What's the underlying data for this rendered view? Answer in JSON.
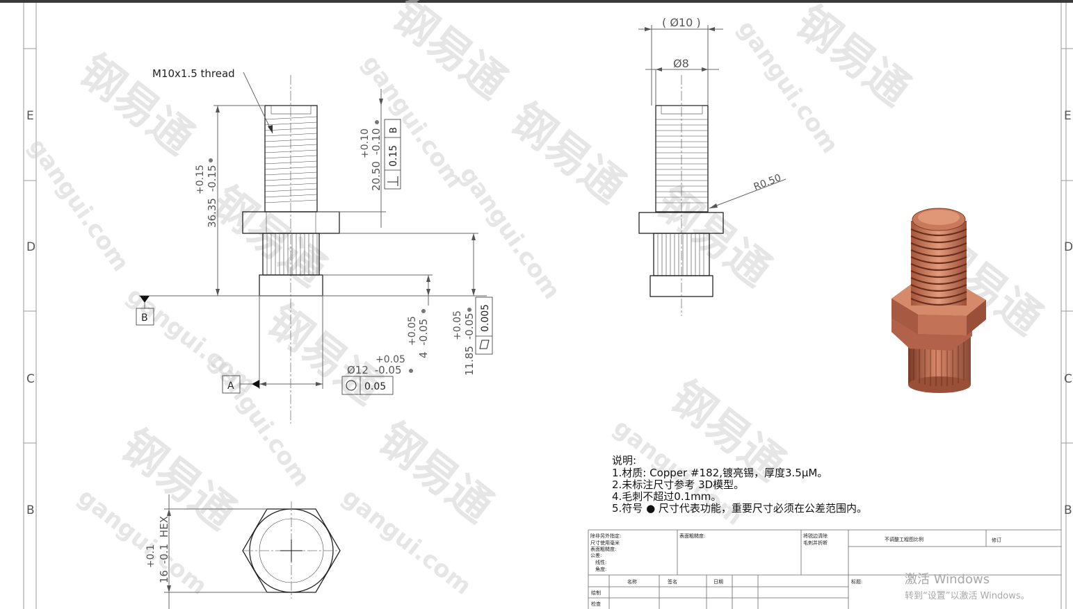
{
  "drawing": {
    "zones": {
      "left": [
        "E",
        "D",
        "C",
        "B"
      ],
      "right": [
        "E",
        "D",
        "C",
        "B"
      ]
    },
    "front_view": {
      "thread_note": "M10x1.5 thread",
      "dim_overall_value": "36.35",
      "dim_overall_tol_upper": "+0.15",
      "dim_overall_tol_lower": "-0.15",
      "dim_thread_value": "20.50",
      "dim_thread_tol_upper": "+0.10",
      "dim_thread_tol_lower": "-0.10",
      "perp_tolerance": "0.15",
      "perp_datum": "B",
      "datum_b": "B",
      "datum_a": "A",
      "dim_flange_value": "4",
      "dim_flange_tol_upper": "+0.05",
      "dim_flange_tol_lower": "-0.05",
      "dim_diameter_value": "Ø12",
      "dim_diameter_tol_upper": "+0.05",
      "dim_diameter_tol_lower": "-0.05",
      "circularity_tolerance": "0.05",
      "dim_height_value": "11.85",
      "dim_height_tol_upper": "+0.05",
      "dim_height_tol_lower": "-0.05",
      "flatness_tolerance": "0.005"
    },
    "side_view": {
      "dim_outer": "( Ø10 )",
      "dim_inner": "Ø8",
      "radius_note": "R0.50"
    },
    "bottom_view": {
      "hex_value": "16",
      "hex_tol_upper": "+0.1",
      "hex_tol_lower": "-0.1",
      "hex_label": "HEX"
    },
    "notes": {
      "heading": "说明:",
      "lines": [
        "1.材质: Copper #182,镀亮锡，厚度3.5μM。",
        "2.未标注尺寸参考 3D模型。",
        "4.毛刺不超过0.1mm。",
        "5.符号 ● 尺寸代表功能，重要尺寸必须在公差范围内。"
      ]
    },
    "title_block": {
      "general_tol": [
        "除非另外指定:",
        "尺寸使用毫米",
        "表面粗糙度:",
        "公差:",
        "线性:",
        "角度:"
      ],
      "surface_finish": "表面粗糙度:",
      "deburr": [
        "将锐边清除",
        "毛刺并折断"
      ],
      "no_scale": "不调整工程图比例",
      "revision": "修订",
      "col_name": "名称",
      "col_sign": "签名",
      "col_date": "日期",
      "title_label": "标题:",
      "row_draw": "绘制",
      "row_check": "检查"
    },
    "watermark": {
      "brand": "钢易通",
      "url": "gangui.com"
    }
  },
  "os_overlay": {
    "activate_title": "激活 Windows",
    "activate_sub": "转到“设置”以激活 Windows。"
  },
  "colors": {
    "copper": "#c8765a",
    "copper_dark": "#8a4a34",
    "line": "#222222"
  }
}
